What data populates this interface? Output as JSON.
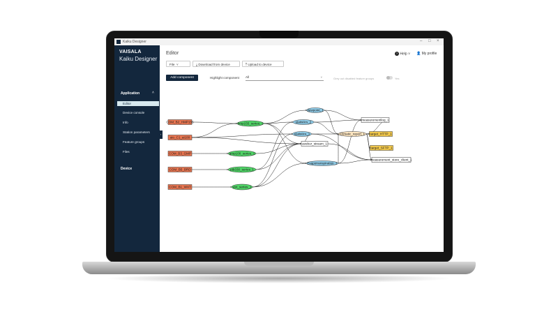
{
  "window": {
    "title": "Kaiku Designer"
  },
  "sidebar": {
    "brand": "VAISALA",
    "product": "Kaiku Designer",
    "application_label": "Application",
    "items": [
      {
        "label": "Editor",
        "active": true
      },
      {
        "label": "Device console"
      },
      {
        "label": "Info"
      },
      {
        "label": "Station parameters"
      },
      {
        "label": "Feature groups"
      },
      {
        "label": "Files"
      }
    ],
    "device_label": "Device"
  },
  "header": {
    "title": "Editor",
    "help": "Help",
    "profile": "My profile"
  },
  "toolbar": {
    "file": "File",
    "download": "Download from device",
    "upload": "Upload to device"
  },
  "editor": {
    "add_component": "Add component",
    "highlight_label": "Highlight component",
    "highlight_value": "All",
    "grey_label": "Grey out disabled feature groups",
    "toggle_text": "Yes"
  },
  "graph": {
    "colors": {
      "port": "#e8744f",
      "series": "#4fd466",
      "stats": "#8ecae6",
      "output": "#ffe7c2",
      "target": "#f2c84b",
      "plain": "#ffffff"
    },
    "nodes": [
      {
        "id": "com_b2",
        "label": "COM_B2_HMP155",
        "kind": "port"
      },
      {
        "id": "aio_c1",
        "label": "aio_C1_ai100",
        "kind": "port"
      },
      {
        "id": "com_b3",
        "label": "COM_B3_GMP",
        "kind": "port"
      },
      {
        "id": "com_b5",
        "label": "COM_B5_BRD",
        "kind": "port"
      },
      {
        "id": "com_b1",
        "label": "COM_B1_WXT",
        "kind": "port"
      },
      {
        "id": "hmp_series",
        "label": "hmp155_series_1",
        "kind": "series"
      },
      {
        "id": "gmp_series",
        "label": "gmp100_series_1",
        "kind": "series"
      },
      {
        "id": "brd_series",
        "label": "ptb330_series_1",
        "kind": "series"
      },
      {
        "id": "wxt_series",
        "label": "wxt_series_1",
        "kind": "series"
      },
      {
        "id": "dewpoint",
        "label": "dewpoint_1",
        "kind": "stats"
      },
      {
        "id": "stats2",
        "label": "statistics_2",
        "kind": "stats"
      },
      {
        "id": "stats1",
        "label": "statistics_1",
        "kind": "stats"
      },
      {
        "id": "evapo",
        "label": "Evapotranspiration_1",
        "kind": "stats"
      },
      {
        "id": "avebur",
        "label": "avebur_stream_1",
        "kind": "plain"
      },
      {
        "id": "mlog",
        "label": "measurementlog_1",
        "kind": "plain"
      },
      {
        "id": "synop",
        "label": "Climatic_report_1",
        "kind": "output"
      },
      {
        "id": "http",
        "label": "target_HTTP_1",
        "kind": "target"
      },
      {
        "id": "sftp",
        "label": "target_SFTP_1",
        "kind": "target"
      },
      {
        "id": "store",
        "label": "measurement_store_client_1",
        "kind": "plain"
      }
    ],
    "edges": [
      [
        "com_b2",
        "hmp_series"
      ],
      [
        "aio_c1",
        "hmp_series"
      ],
      [
        "aio_c1",
        "avebur"
      ],
      [
        "aio_c1",
        "stats1"
      ],
      [
        "com_b3",
        "gmp_series"
      ],
      [
        "com_b5",
        "brd_series"
      ],
      [
        "com_b1",
        "wxt_series"
      ],
      [
        "hmp_series",
        "stats2"
      ],
      [
        "hmp_series",
        "dewpoint"
      ],
      [
        "hmp_series",
        "avebur"
      ],
      [
        "hmp_series",
        "evapo"
      ],
      [
        "gmp_series",
        "avebur"
      ],
      [
        "brd_series",
        "avebur"
      ],
      [
        "brd_series",
        "stats2"
      ],
      [
        "wxt_series",
        "avebur"
      ],
      [
        "wxt_series",
        "evapo"
      ],
      [
        "wxt_series",
        "stats1"
      ],
      [
        "dewpoint",
        "mlog"
      ],
      [
        "dewpoint",
        "synop"
      ],
      [
        "stats2",
        "mlog"
      ],
      [
        "stats2",
        "synop"
      ],
      [
        "stats1",
        "synop"
      ],
      [
        "stats1",
        "store"
      ],
      [
        "stats1",
        "avebur"
      ],
      [
        "evapo",
        "store"
      ],
      [
        "evapo",
        "synop"
      ],
      [
        "evapo",
        "mlog"
      ],
      [
        "avebur",
        "store"
      ],
      [
        "synop",
        "http"
      ],
      [
        "synop",
        "sftp"
      ],
      [
        "synop",
        "store"
      ],
      [
        "mlog",
        "synop"
      ]
    ]
  }
}
